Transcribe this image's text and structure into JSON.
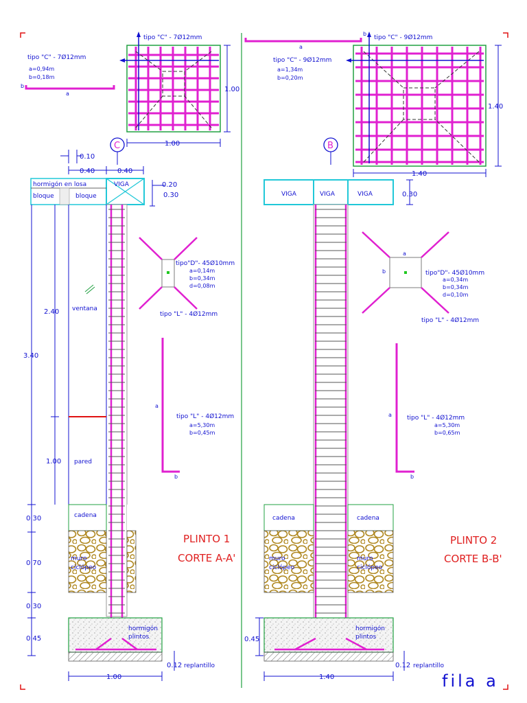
{
  "left": {
    "circle_label": "C",
    "top_bar_callout": "tipo \"C\" - 7Ø12mm",
    "left_bar_callout": "tipo \"C\" - 7Ø12mm",
    "left_bar_a": "a=0,94m",
    "left_bar_b": "b=0,18m",
    "bar_letter_a": "a",
    "bar_letter_b": "b",
    "footing_side_dim": "1.00",
    "footing_bottom_dim": "1.00",
    "dim_0_10": "0.10",
    "dim_0_40a": "0.40",
    "dim_0_40b": "0.40",
    "dim_0_20": "0.20",
    "dim_0_30_top": "0.30",
    "losa_label": "hormigón en losa",
    "bloque1": "bloque",
    "bloque2": "bloque",
    "viga": "VIGA",
    "dim_2_40": "2.40",
    "dim_3_40": "3.40",
    "dim_1_00": "1.00",
    "dim_0_30a": "0.30",
    "dim_0_70": "0.70",
    "dim_0_30b": "0.30",
    "dim_0_45": "0.45",
    "ventana": "ventana",
    "pared": "pared",
    "cadena": "cadena",
    "muro1": "muro",
    "muro2": "ciclópeo",
    "horm1": "hormigón",
    "horm2": "plintos",
    "stirrup_type": "tipo\"D\"- 45Ø10mm",
    "stirrup_a": "a=0,14m",
    "stirrup_b": "b=0,34m",
    "stirrup_d": "d=0,08m",
    "stirrup_tipo_l": "tipo \"L\" - 4Ø12mm",
    "l_bar_type": "tipo \"L\" - 4Ø12mm",
    "l_bar_a": "a=5,30m",
    "l_bar_b": "b=0,45m",
    "title1": "PLINTO 1",
    "title2": "CORTE A-A'",
    "dim_0_12": "0.12",
    "replantillo": "replantillo"
  },
  "right": {
    "circle_label": "B",
    "top_bar_callout": "tipo \"C\" - 9Ø12mm",
    "left_bar_callout": "tipo \"C\" - 9Ø12mm",
    "left_bar_a": "a=1,34m",
    "left_bar_b": "b=0,20m",
    "bar_letter_a": "a",
    "bar_letter_b": "b",
    "footing_side_dim": "1.40",
    "footing_bottom_dim": "1.40",
    "viga1": "VIGA",
    "viga2": "VIGA",
    "viga3": "VIGA",
    "dim_0_30_top": "0.30",
    "cadena1": "cadena",
    "cadena2": "cadena",
    "muro1a": "muro",
    "muro1b": "ciclópeo",
    "muro2a": "muro",
    "muro2b": "ciclópeo",
    "horm1": "hormigón",
    "horm2": "plintos",
    "dim_0_45": "0.45",
    "stirrup_type": "tipo\"D\"- 45Ø10mm",
    "stirrup_a": "a=0,34m",
    "stirrup_b": "b=0,34m",
    "stirrup_d": "d=0,10m",
    "stirrup_tipo_l": "tipo \"L\" - 4Ø12mm",
    "l_bar_type": "tipo \"L\" - 4Ø12mm",
    "l_bar_a": "a=5,30m",
    "l_bar_b": "b=0,65m",
    "title1": "PLINTO 2",
    "title2": "CORTE B-B'",
    "dim_0_12": "0.12",
    "replantillo": "replantillo"
  },
  "fila": "fila a",
  "colors": {
    "rebar": "#e020d0",
    "dimension": "#1010d0",
    "beam": "#20c8d8",
    "footing": "#20a040",
    "stone": "#b08820",
    "window_mark": "#e01010"
  }
}
